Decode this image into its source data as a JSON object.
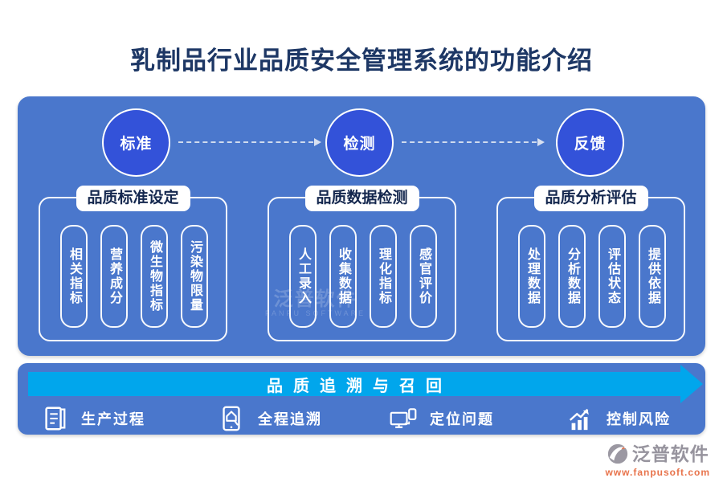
{
  "title": "乳制品行业品质安全管理系统的功能介绍",
  "flow": {
    "nodes": [
      {
        "label": "标准"
      },
      {
        "label": "检测"
      },
      {
        "label": "反馈"
      }
    ]
  },
  "sections": [
    {
      "title": "品质标准设定",
      "items": [
        "相关指标",
        "营养成分",
        "微生物指标",
        "污染物限量"
      ]
    },
    {
      "title": "品质数据检测",
      "items": [
        "人工录入",
        "收集数据",
        "理化指标",
        "感官评价"
      ]
    },
    {
      "title": "品质分析评估",
      "items": [
        "处理数据",
        "分析数据",
        "评估状态",
        "提供依据"
      ]
    }
  ],
  "banner": {
    "label": "品质追溯与召回"
  },
  "features": [
    {
      "icon": "document-icon",
      "label": "生产过程"
    },
    {
      "icon": "trace-device-icon",
      "label": "全程追溯"
    },
    {
      "icon": "devices-icon",
      "label": "定位问题"
    },
    {
      "icon": "risk-chart-icon",
      "label": "控制风险"
    }
  ],
  "watermark": {
    "text": "泛普软件",
    "subtext": "FANPU SOFTWARE"
  },
  "logo": {
    "name": "泛普软件",
    "url": "www.fanpusoft.com"
  },
  "colors": {
    "panel_blue": "#4a77cc",
    "node_blue": "#3352d9",
    "banner_cyan": "#01a6ec",
    "title_navy": "#1d3765",
    "label_navy": "#14274e",
    "logo_gray": "#97949e",
    "logo_orange": "#e8734b"
  }
}
